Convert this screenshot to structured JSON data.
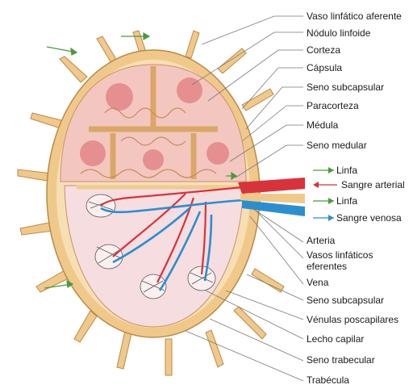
{
  "labels_right": [
    "Vaso linfático aferente",
    "Nódulo linfoide",
    "Corteza",
    "Cápsula",
    "Seno subcapsular",
    "Paracorteza",
    "Médula",
    "Seno medular"
  ],
  "flows": [
    {
      "text": "Linfa",
      "arrow_color": "#4a9a3a"
    },
    {
      "text": "Sangre arterial",
      "arrow_color": "#d8333a"
    },
    {
      "text": "Linfa",
      "arrow_color": "#4a9a3a"
    },
    {
      "text": "Sangre venosa",
      "arrow_color": "#2a8fd0"
    }
  ],
  "labels_bottom": [
    "Arteria",
    "Vasos linfáticos eferentes",
    "Vena",
    "Seno subcapsular",
    "Vénulas poscapilares",
    "Lecho capilar",
    "Seno trabecular",
    "Trabécula"
  ],
  "colors": {
    "capsule": "#f0c98a",
    "cortex": "#f3c7c0",
    "nodule": "#e58f91",
    "medulla": "#f6dde0",
    "artery": "#d8333a",
    "vein": "#2a8fd0",
    "lymph_arrow": "#4a9a3a"
  }
}
